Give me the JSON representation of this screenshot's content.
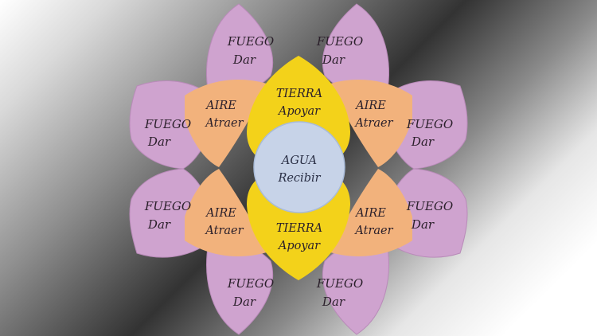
{
  "colors": {
    "fuego": "#cfa3cf",
    "fuego_stroke": "#b98ab9",
    "aire": "#f2b27c",
    "tierra": "#f3d21a",
    "agua": "#c7d3e8",
    "agua_stroke": "#a9bbd8"
  },
  "petals": {
    "fuego": [
      {
        "line1": "FUEGO",
        "line2": "Dar"
      },
      {
        "line1": "FUEGO",
        "line2": "Dar"
      },
      {
        "line1": "FUEGO",
        "line2": "Dar"
      },
      {
        "line1": "FUEGO",
        "line2": "Dar"
      },
      {
        "line1": "FUEGO",
        "line2": "Dar"
      },
      {
        "line1": "FUEGO",
        "line2": "Dar"
      },
      {
        "line1": "FUEGO",
        "line2": "Dar"
      },
      {
        "line1": "FUEGO",
        "line2": "Dar"
      }
    ],
    "aire": [
      {
        "line1": "AIRE",
        "line2": "Atraer"
      },
      {
        "line1": "AIRE",
        "line2": "Atraer"
      },
      {
        "line1": "AIRE",
        "line2": "Atraer"
      },
      {
        "line1": "AIRE",
        "line2": "Atraer"
      }
    ],
    "tierra": [
      {
        "line1": "TIERRA",
        "line2": "Apoyar"
      },
      {
        "line1": "TIERRA",
        "line2": "Apoyar"
      }
    ],
    "agua": {
      "line1": "AGUA",
      "line2": "Recibir"
    }
  }
}
